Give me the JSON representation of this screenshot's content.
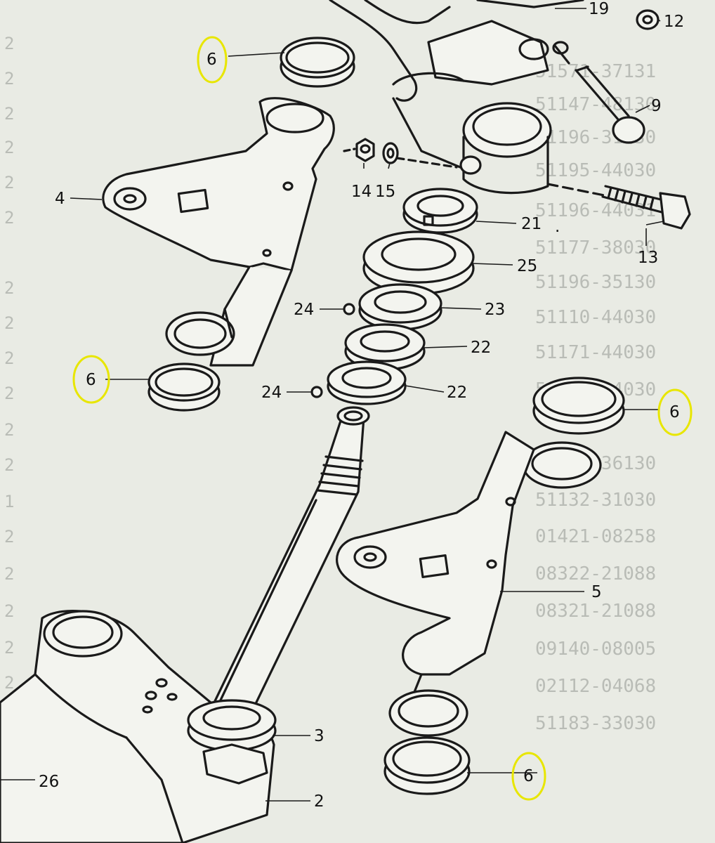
{
  "diagram": {
    "callouts": {
      "c2": "2",
      "c3": "3",
      "c4": "4",
      "c5": "5",
      "c6a": "6",
      "c6b": "6",
      "c6c": "6",
      "c6d": "6",
      "c9": "9",
      "c12": "12",
      "c13": "13",
      "c14": "14",
      "c15": "15",
      "c19": "19",
      "c21": "21",
      "c22a": "22",
      "c22b": "22",
      "c23": "23",
      "c24a": "24",
      "c24b": "24",
      "c25": "25",
      "c26": "26"
    },
    "highlight_color": "#e8e600",
    "background_part_numbers": [
      "51571-37131",
      "51147-48130",
      "51196-31030",
      "51195-44030",
      "51196-44031",
      "51177-38030",
      "51196-35130",
      "51110-44030",
      "51171-44030",
      "51176-44030",
      "51351-36130",
      "51132-31030",
      "01421-08258",
      "08322-21088",
      "08321-21088",
      "09140-08005",
      "02112-04068",
      "51183-33030"
    ]
  }
}
